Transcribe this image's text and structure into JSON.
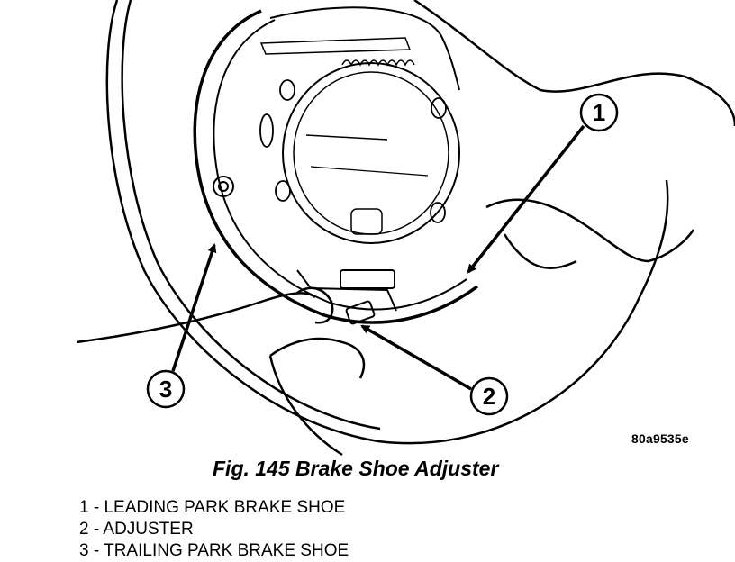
{
  "figure": {
    "code": "80a9535e",
    "title": "Fig. 145 Brake Shoe Adjuster"
  },
  "callouts": [
    {
      "number": "1"
    },
    {
      "number": "2"
    },
    {
      "number": "3"
    }
  ],
  "legend": [
    {
      "text": "1 - LEADING PARK BRAKE SHOE"
    },
    {
      "text": "2 - ADJUSTER"
    },
    {
      "text": "3 - TRAILING PARK BRAKE SHOE"
    }
  ],
  "colors": {
    "line": "#000000",
    "background": "#ffffff"
  },
  "icons": [
    "arrow-icon"
  ]
}
